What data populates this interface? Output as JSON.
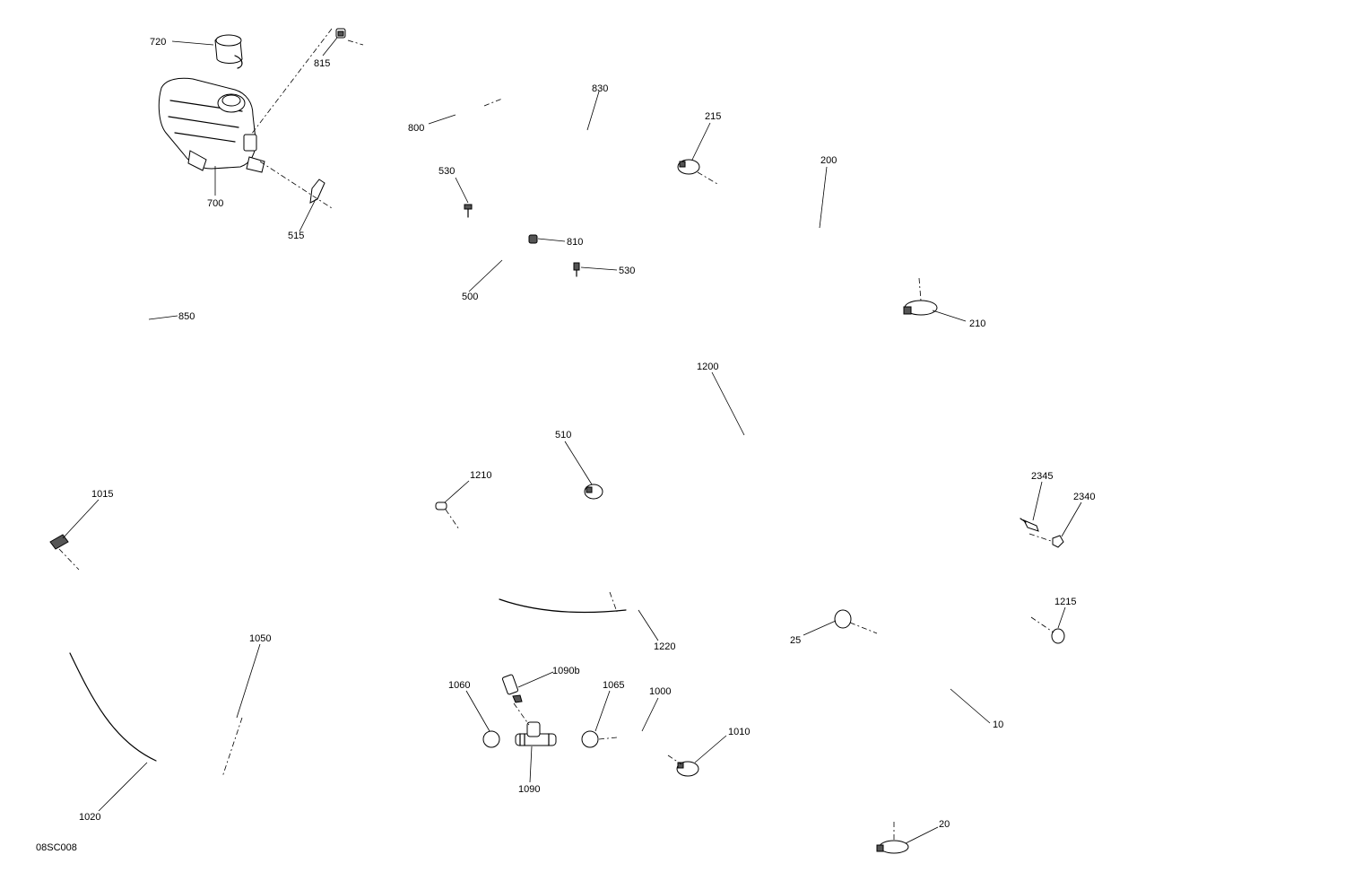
{
  "diagram_code": "08SC008",
  "callouts": [
    {
      "id": "720",
      "text": "720"
    },
    {
      "id": "815",
      "text": "815"
    },
    {
      "id": "830",
      "text": "830"
    },
    {
      "id": "800",
      "text": "800"
    },
    {
      "id": "700",
      "text": "700"
    },
    {
      "id": "530a",
      "text": "530"
    },
    {
      "id": "515",
      "text": "515"
    },
    {
      "id": "810",
      "text": "810"
    },
    {
      "id": "530b",
      "text": "530"
    },
    {
      "id": "500",
      "text": "500"
    },
    {
      "id": "850",
      "text": "850"
    },
    {
      "id": "215",
      "text": "215"
    },
    {
      "id": "200",
      "text": "200"
    },
    {
      "id": "210",
      "text": "210"
    },
    {
      "id": "1200",
      "text": "1200"
    },
    {
      "id": "510",
      "text": "510"
    },
    {
      "id": "1210",
      "text": "1210"
    },
    {
      "id": "1015",
      "text": "1015"
    },
    {
      "id": "2345",
      "text": "2345"
    },
    {
      "id": "2340",
      "text": "2340"
    },
    {
      "id": "1215",
      "text": "1215"
    },
    {
      "id": "25",
      "text": "25"
    },
    {
      "id": "1220",
      "text": "1220"
    },
    {
      "id": "1050",
      "text": "1050"
    },
    {
      "id": "1090b",
      "text": "1090b"
    },
    {
      "id": "1060",
      "text": "1060"
    },
    {
      "id": "1065",
      "text": "1065"
    },
    {
      "id": "1000",
      "text": "1000"
    },
    {
      "id": "10",
      "text": "10"
    },
    {
      "id": "1010",
      "text": "1010"
    },
    {
      "id": "1090",
      "text": "1090"
    },
    {
      "id": "1020",
      "text": "1020"
    },
    {
      "id": "20",
      "text": "20"
    }
  ]
}
